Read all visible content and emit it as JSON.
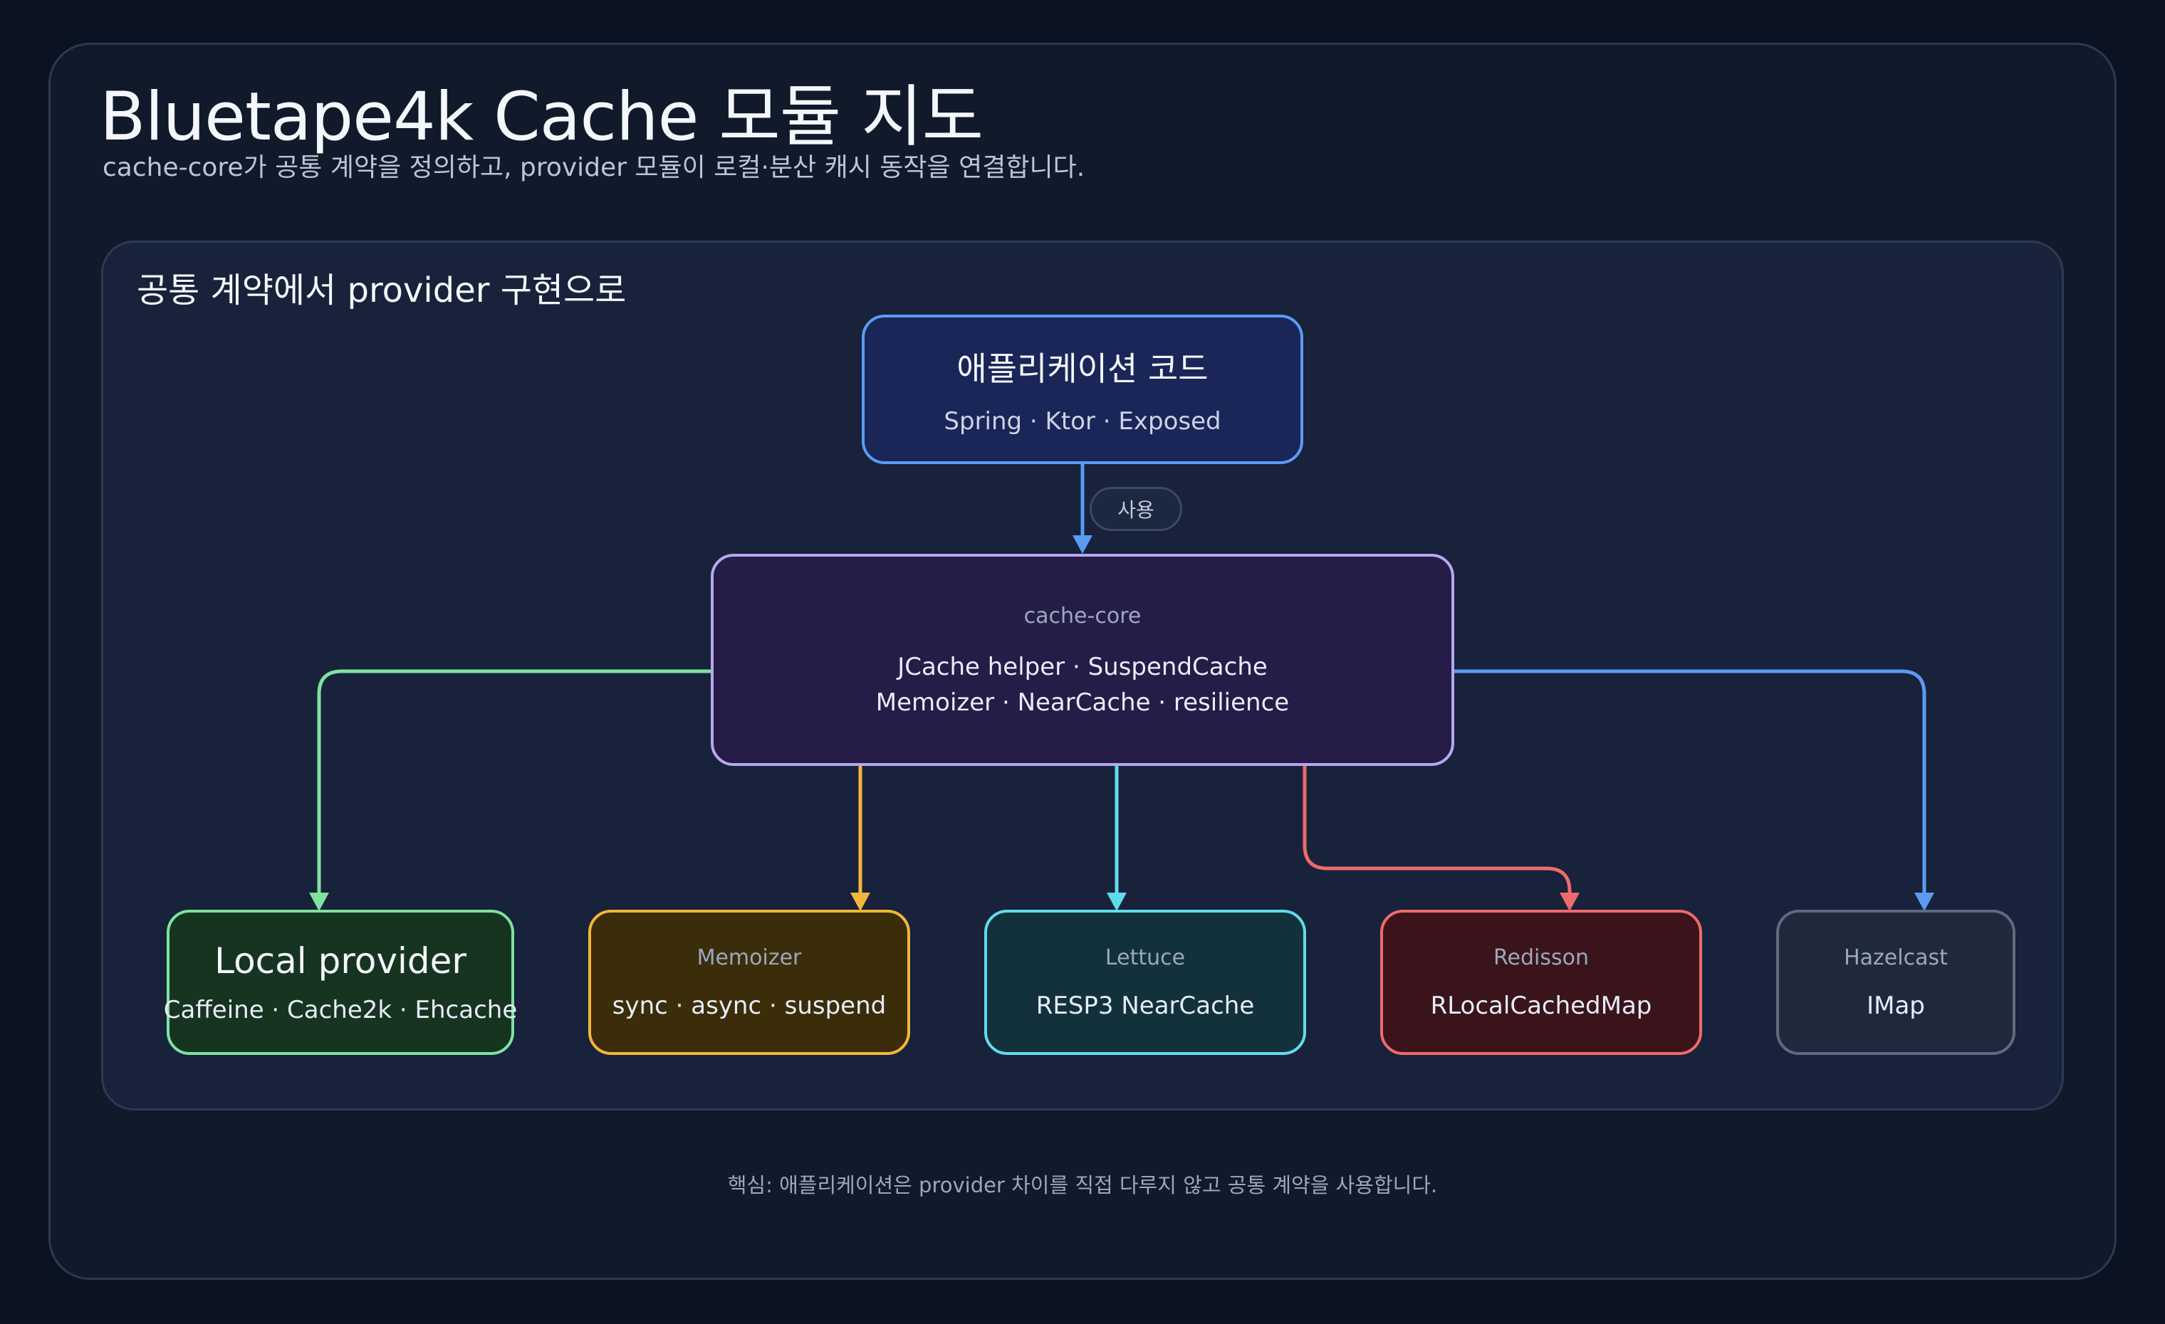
{
  "title": "Bluetape4k Cache 모듈 지도",
  "subtitle": "cache-core가 공통 계약을 정의하고, provider 모듈이 로컬·분산 캐시 동작을 연결합니다.",
  "panel_title": "공통 계약에서 provider 구현으로",
  "app": {
    "title": "애플리케이션 코드",
    "sub": "Spring · Ktor · Exposed"
  },
  "use_label": "사용",
  "core": {
    "label": "cache-core",
    "line1": "JCache helper · SuspendCache",
    "line2": "Memoizer · NearCache · resilience"
  },
  "providers": [
    {
      "label": "Local provider",
      "sub": "Caffeine · Cache2k · Ehcache",
      "color": "#7ee2a0"
    },
    {
      "label": "Memoizer",
      "sub": "sync · async · suspend",
      "color": "#f2b63a"
    },
    {
      "label": "Lettuce",
      "sub": "RESP3 NearCache",
      "color": "#5fdcec"
    },
    {
      "label": "Redisson",
      "sub": "RLocalCachedMap",
      "color": "#ef6b6b"
    },
    {
      "label": "Hazelcast",
      "sub": "IMap",
      "color": "#6a7a92"
    }
  ],
  "colors": {
    "app_border": "#5b9bf2",
    "core_border": "#b7a7f0",
    "hazelcast_wire": "#5b9bf2"
  },
  "footer": "핵심: 애플리케이션은 provider 차이를 직접 다루지 않고 공통 계약을 사용합니다."
}
